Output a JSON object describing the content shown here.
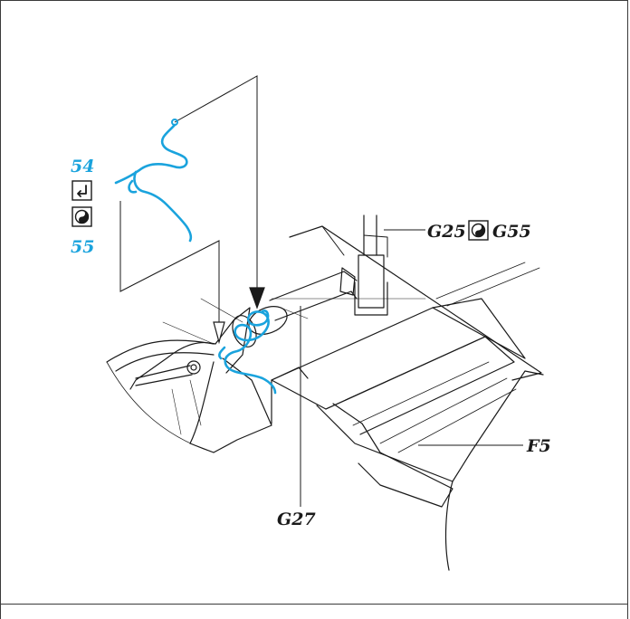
{
  "colors": {
    "line": "#1a1a1a",
    "accent": "#1aa3dd",
    "paper": "#ffffff"
  },
  "icons": {
    "return_symbol": "return-arrow-icon",
    "yin_yang_symbol": "yin-yang-icon"
  },
  "callouts": {
    "upper_number": "54",
    "lower_number": "55",
    "g25": "G25",
    "g55": "G55",
    "g27": "G27",
    "f5": "F5"
  }
}
